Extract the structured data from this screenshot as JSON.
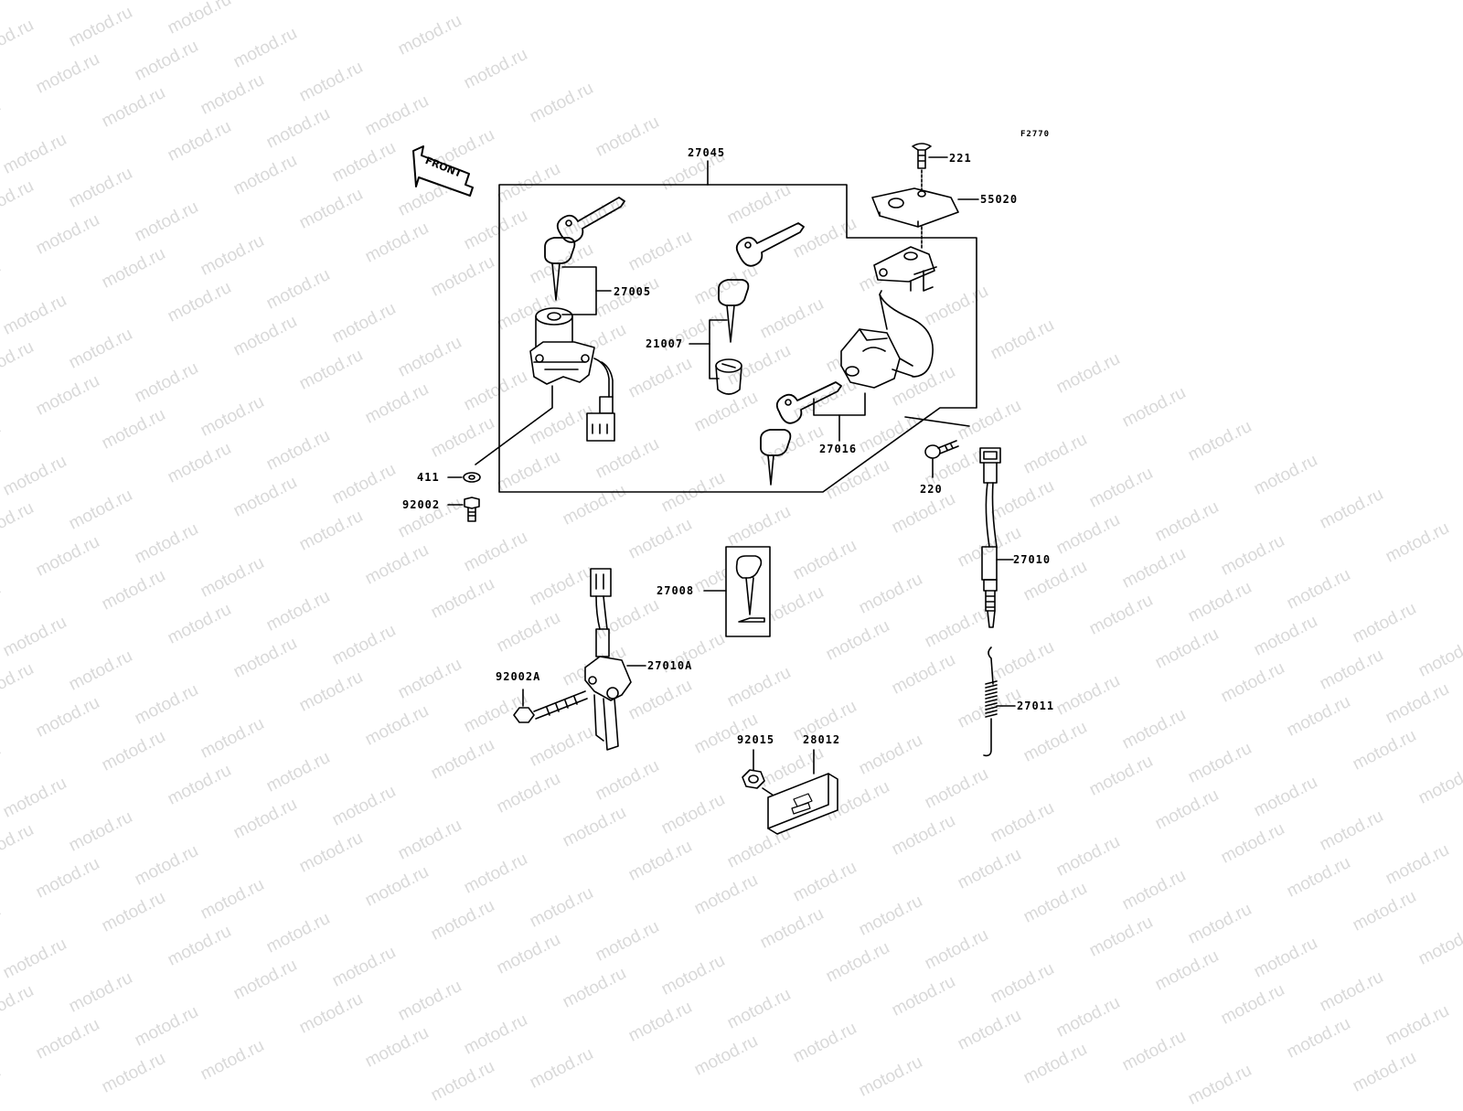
{
  "watermark": "motod.ru",
  "figure_code": "F2770",
  "front_label": "FRONT",
  "labels": {
    "l27045": "27045",
    "l221": "221",
    "l55020": "55020",
    "l27005": "27005",
    "l21007": "21007",
    "l27016": "27016",
    "l411": "411",
    "l92002": "92002",
    "l220": "220",
    "l27010": "27010",
    "l27008": "27008",
    "l27010A": "27010A",
    "l92002A": "92002A",
    "l27011": "27011",
    "l92015": "92015",
    "l28012": "28012"
  },
  "colors": {
    "ink": "#000000",
    "watermark": "#d9d9d9",
    "background": "#ffffff"
  }
}
